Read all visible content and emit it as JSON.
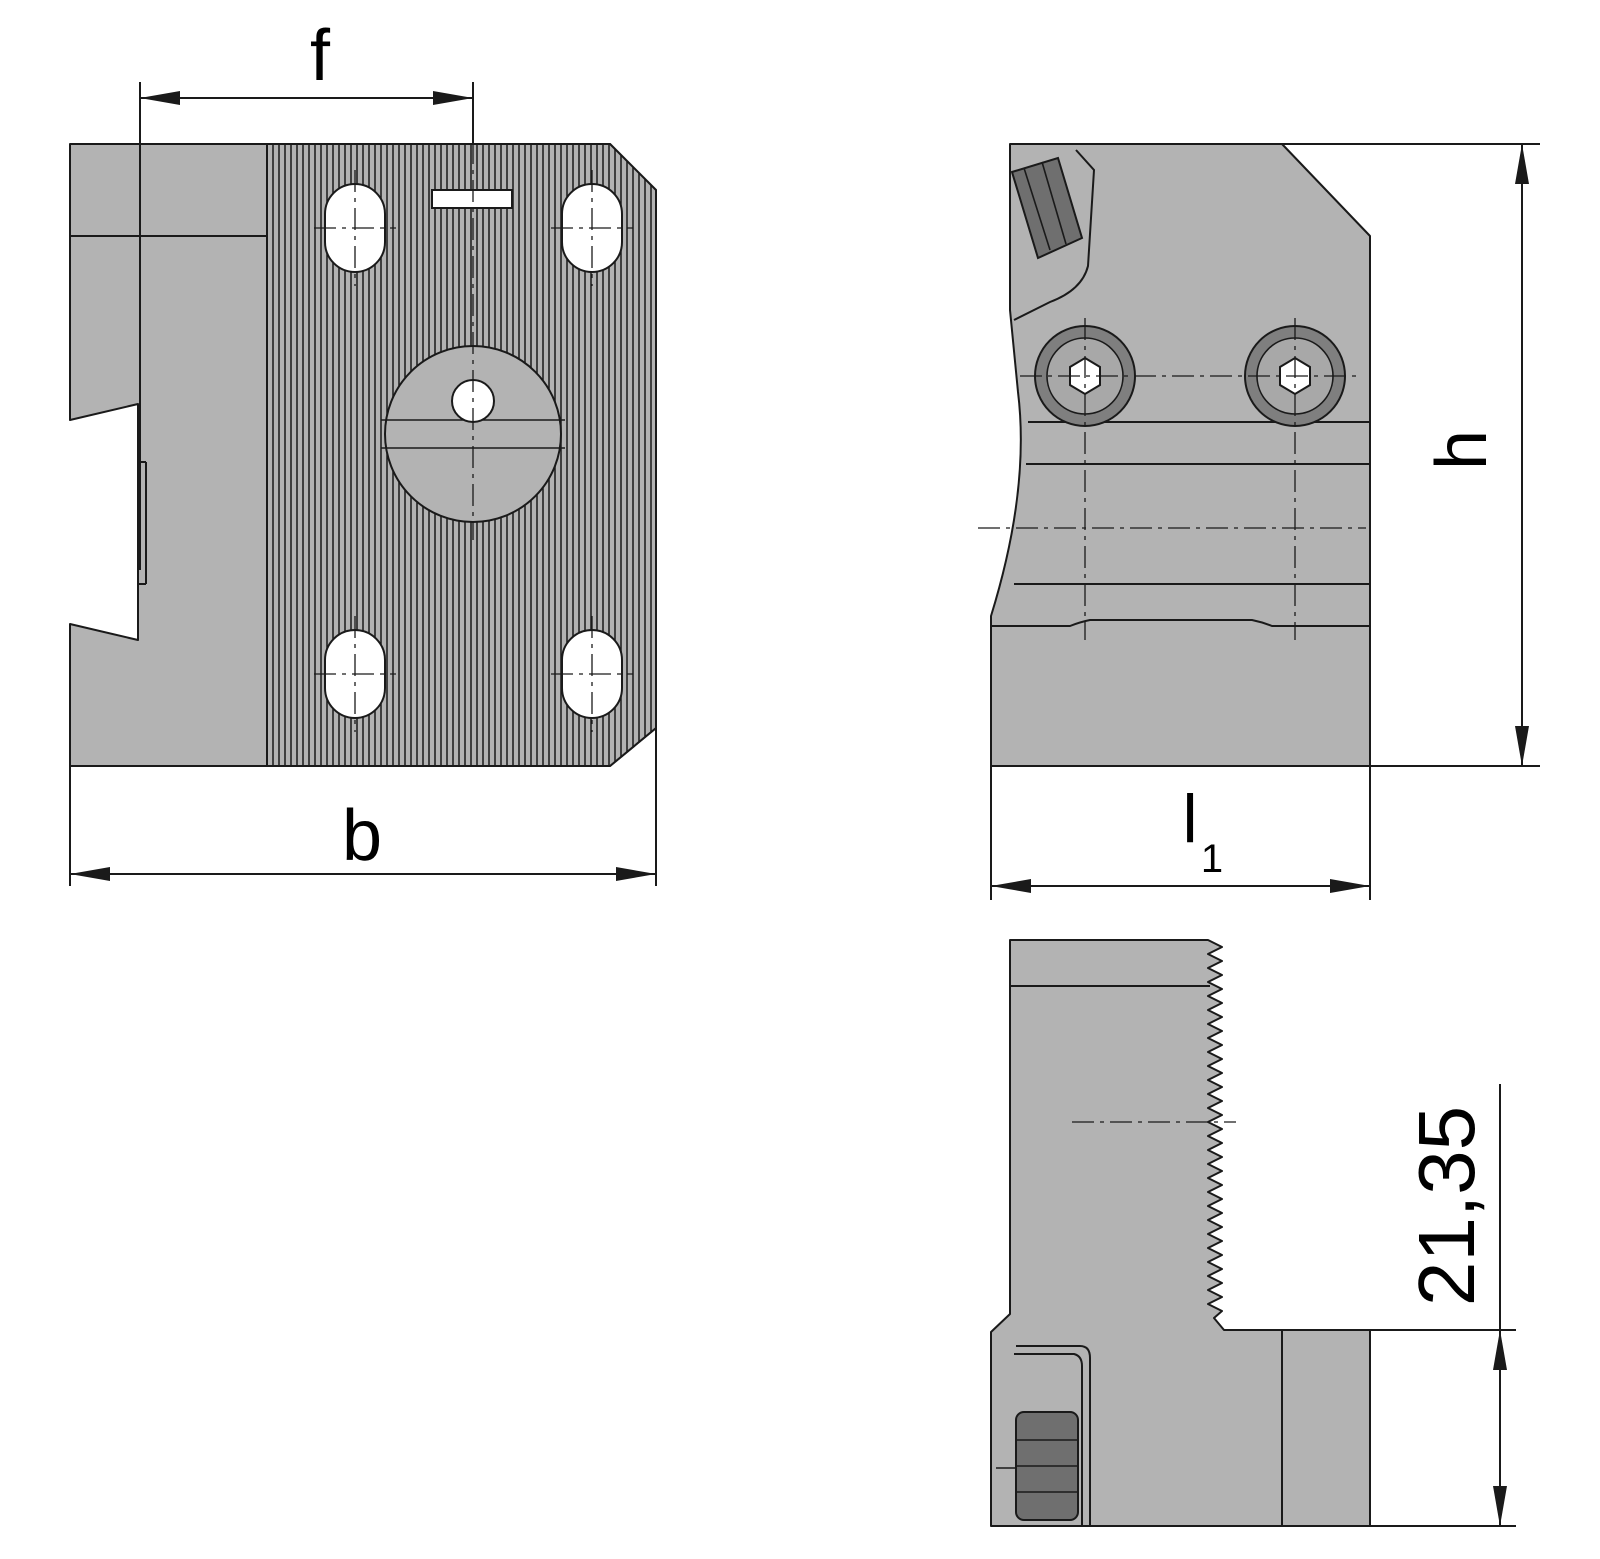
{
  "colors": {
    "part_fill": "#b3b3b3",
    "line": "#1a1a1a",
    "screw_fill": "#7f7f7f",
    "background": "#ffffff"
  },
  "dimensions": {
    "f": "f",
    "b": "b",
    "h": "h",
    "l1_base": "l",
    "l1_sub": "1",
    "offset": "21,35"
  }
}
